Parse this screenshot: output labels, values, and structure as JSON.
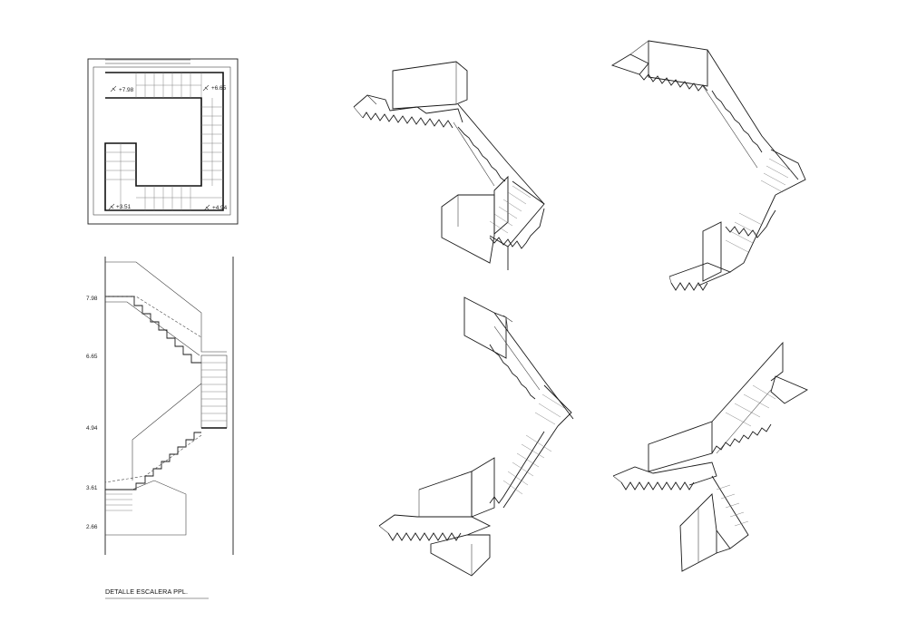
{
  "plan": {
    "levels": [
      "+7.98",
      "+6.65",
      "+3.51",
      "+4.94"
    ]
  },
  "section": {
    "levels": [
      "7.98",
      "6.65",
      "4.94",
      "3.61",
      "2.66"
    ]
  },
  "caption": "DETALLE ESCALERA PPL.",
  "views": [
    "axonometric-view-1",
    "axonometric-view-2",
    "axonometric-view-3",
    "axonometric-view-4"
  ]
}
